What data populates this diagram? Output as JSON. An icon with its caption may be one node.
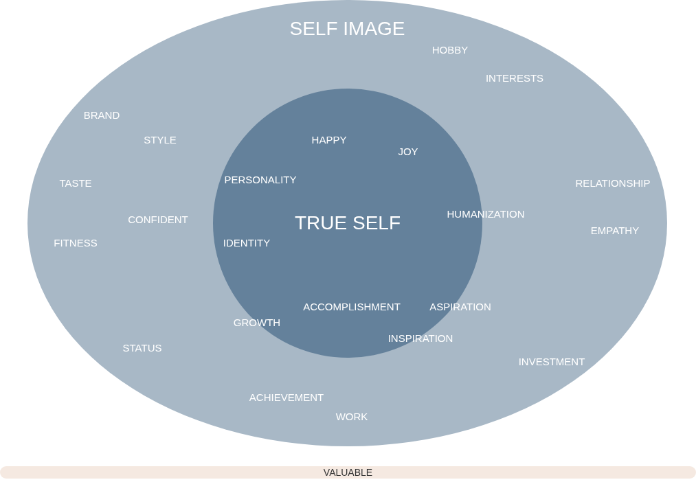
{
  "diagram": {
    "nodes": [
      {
        "text": [
          "SELF IMAGE"
        ]
      },
      {
        "text": [
          "TRUE SELF"
        ],
        "in": 0
      },
      {
        "text": [
          "VALUABLE"
        ]
      }
    ],
    "labels": [
      "HOBBY",
      "INTERESTS",
      "BRAND",
      "STYLE",
      "HAPPY",
      "JOY",
      "TASTE",
      "PERSONALITY",
      "RELATIONSHIP",
      "HUMANIZATION",
      "CONFIDENT",
      "EMPATHY",
      "FITNESS",
      "IDENTITY",
      "ACCOMPLISHMENT",
      "ASPIRATION",
      "GROWTH",
      "INSPIRATION",
      "STATUS",
      "INVESTMENT",
      "ACHIEVEMENT",
      "WORK"
    ]
  }
}
